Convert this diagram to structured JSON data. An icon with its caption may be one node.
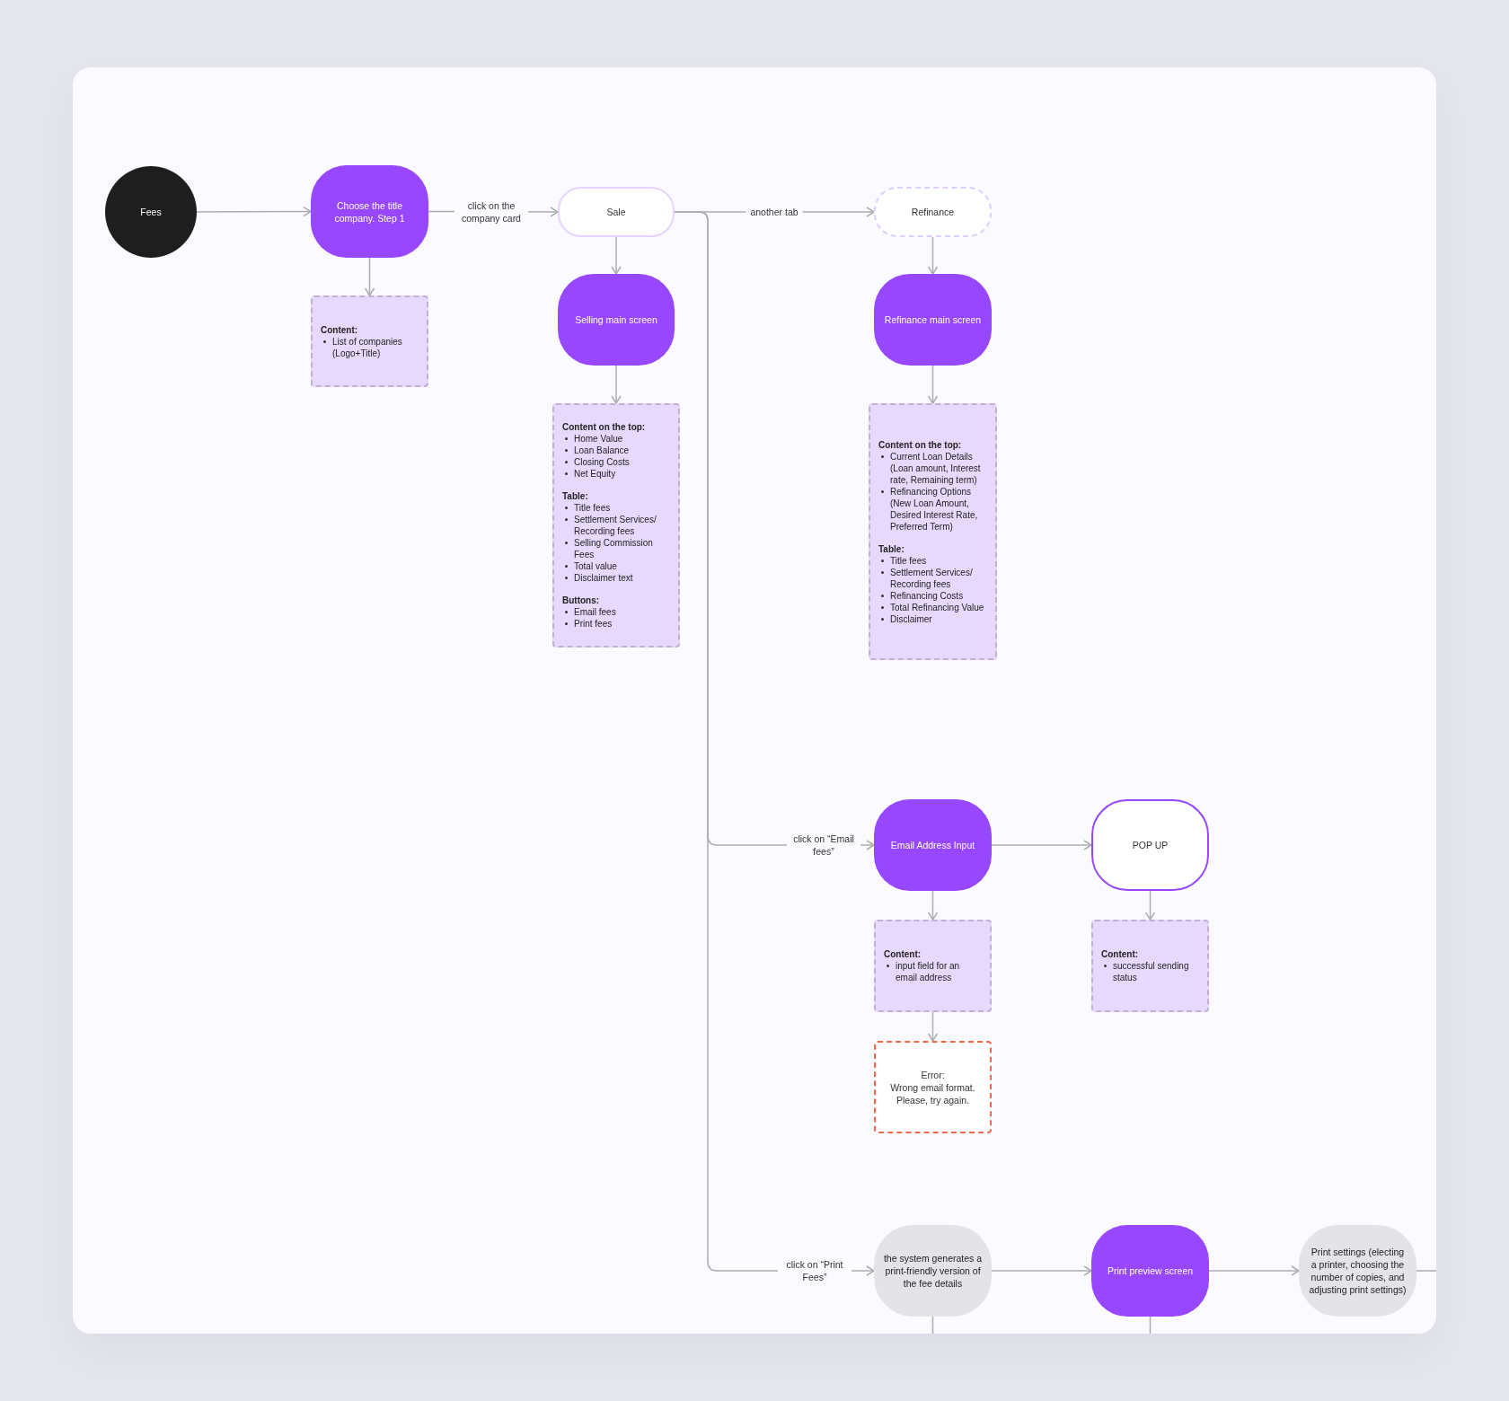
{
  "diagram": {
    "nodes": [
      {
        "text": [
          "Fees"
        ]
      },
      {
        "text": [
          "Choose the title company. Step 1"
        ]
      },
      {
        "text": [
          "Content:",
          "List of companies (Logo+Title)"
        ]
      },
      {
        "text": [
          "Sale"
        ]
      },
      {
        "text": [
          "Selling main screen"
        ]
      },
      {
        "text": [
          "Content on the top:",
          "Home Value",
          "Loan Balance",
          "Closing Costs",
          "Net Equity",
          "Table:",
          "Title fees",
          "Settlement Services/ Recording fees",
          "Selling Commission Fees",
          "Total value",
          "Disclaimer text",
          "Buttons:",
          "Email fees",
          "Print fees"
        ]
      },
      {
        "text": [
          "Refinance"
        ]
      },
      {
        "text": [
          "Refinance main screen"
        ]
      },
      {
        "text": [
          "Content on the top:",
          "Current Loan Details (Loan amount, Interest rate, Remaining term)",
          "Refinancing Options (New Loan Amount, Desired Interest Rate, Preferred Term)",
          "Table:",
          "Title fees",
          "Settlement Services/ Recording fees",
          "Refinancing Costs",
          "Total Refinancing Value",
          "Disclaimer"
        ]
      },
      {
        "text": [
          "Email Address Input"
        ]
      },
      {
        "text": [
          "POP UP"
        ]
      },
      {
        "text": [
          "Content:",
          "input field for an email address"
        ]
      },
      {
        "text": [
          "Content:",
          "successful sending status"
        ]
      },
      {
        "text": [
          "Error:",
          "Wrong email format. Please, try again."
        ]
      },
      {
        "text": [
          "the system generates a print-friendly version of the fee details"
        ]
      },
      {
        "text": [
          "Print preview screen"
        ]
      },
      {
        "text": [
          "Print settings (electing a printer, choosing the number of copies, and adjusting print settings)"
        ]
      }
    ],
    "edges": [
      {
        "from": 0,
        "to": 1,
        "arrow": "to"
      },
      {
        "from": 1,
        "to": 2,
        "arrow": "to"
      },
      {
        "from": 1,
        "to": 3,
        "arrow": "to",
        "label": "click on the company card"
      },
      {
        "from": 3,
        "to": 4,
        "arrow": "to"
      },
      {
        "from": 4,
        "to": 5,
        "arrow": "to"
      },
      {
        "from": 3,
        "to": 6,
        "arrow": "to",
        "label": "another tab"
      },
      {
        "from": 6,
        "to": 7,
        "arrow": "to"
      },
      {
        "from": 7,
        "to": 8,
        "arrow": "to"
      },
      {
        "from": 3,
        "to": 9,
        "arrow": "to",
        "label": "click on “Email fees”"
      },
      {
        "from": 3,
        "to": 14,
        "arrow": "to",
        "label": "click on “Print Fees”"
      },
      {
        "from": 9,
        "to": 10,
        "arrow": "to"
      },
      {
        "from": 9,
        "to": 11,
        "arrow": "to"
      },
      {
        "from": 10,
        "to": 12,
        "arrow": "to"
      },
      {
        "from": 11,
        "to": 13,
        "arrow": "to"
      },
      {
        "from": 14,
        "to": 15,
        "arrow": "to"
      },
      {
        "from": 15,
        "to": 16,
        "arrow": "to"
      },
      {
        "from": 16,
        "to": null,
        "arrow": "none"
      },
      {
        "from": 14,
        "to": null,
        "arrow": "none"
      },
      {
        "from": 15,
        "to": null,
        "arrow": "none"
      }
    ]
  }
}
